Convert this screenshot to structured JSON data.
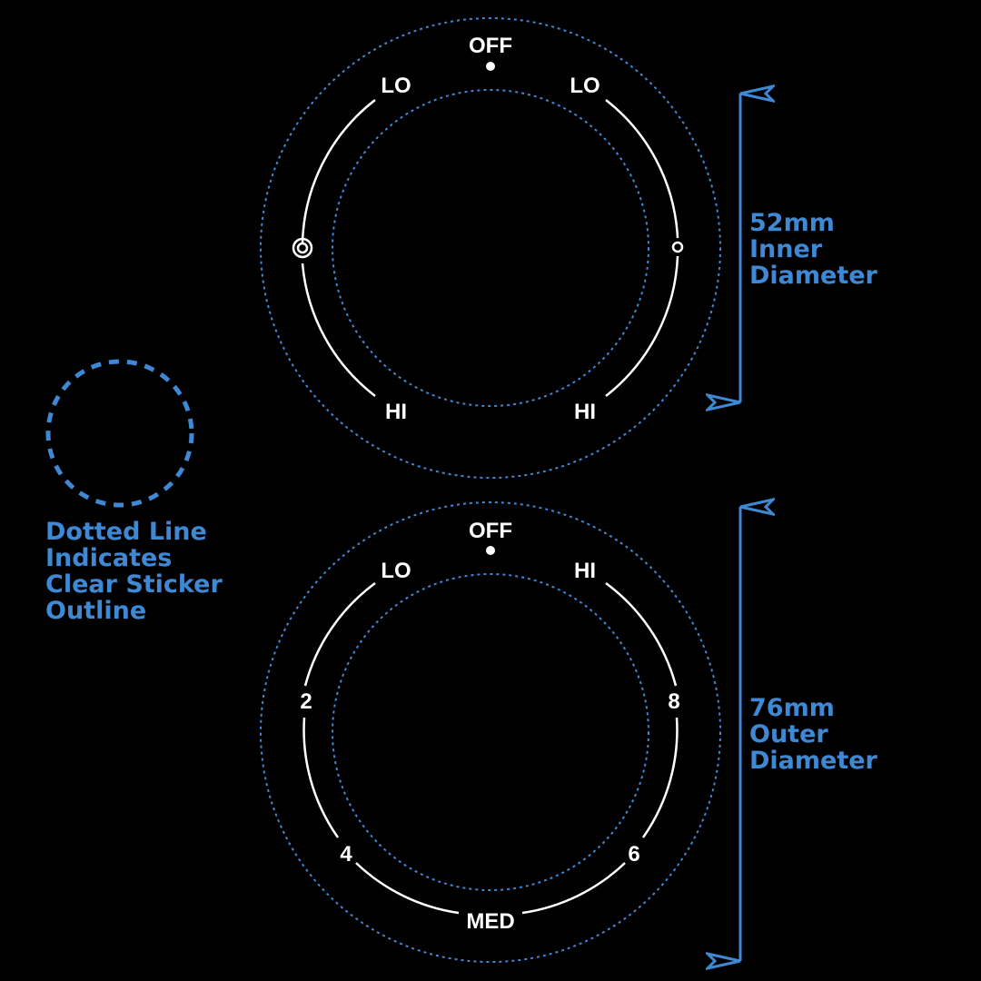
{
  "colors": {
    "background": "#000000",
    "accent_blue": "#3f88d4",
    "marking_white": "#ffffff"
  },
  "dial_top": {
    "off_label": "OFF",
    "left_lo_label": "LO",
    "right_lo_label": "LO",
    "left_hi_label": "HI",
    "right_hi_label": "HI",
    "left_icon": "double-ring-icon",
    "right_icon": "small-ring-icon"
  },
  "dial_bottom": {
    "off_label": "OFF",
    "lo_label": "LO",
    "hi_label": "HI",
    "label_2": "2",
    "label_4": "4",
    "label_6": "6",
    "label_8": "8",
    "med_label": "MED"
  },
  "dimensions": {
    "inner": {
      "line1": "52mm",
      "line2": "Inner",
      "line3": "Diameter"
    },
    "outer": {
      "line1": "76mm",
      "line2": "Outer",
      "line3": "Diameter"
    }
  },
  "legend": {
    "line1": "Dotted Line",
    "line2": "Indicates",
    "line3": "Clear Sticker",
    "line4": "Outline"
  }
}
